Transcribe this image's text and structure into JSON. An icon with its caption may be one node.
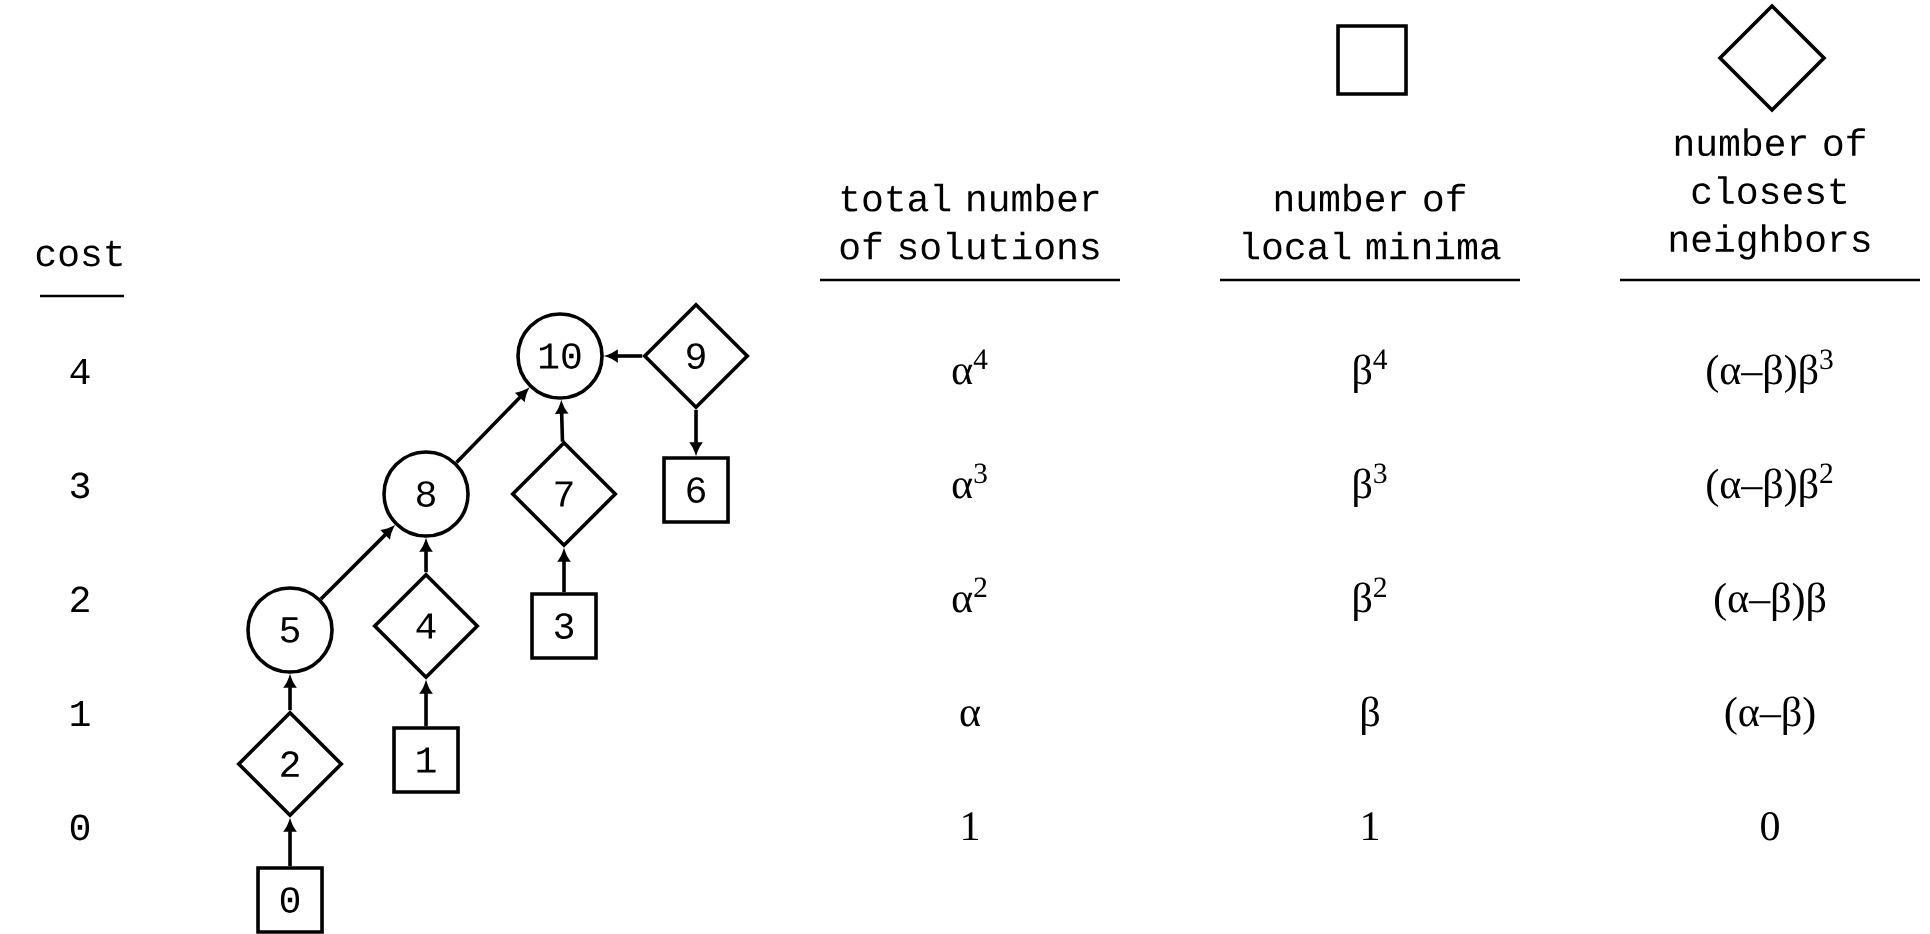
{
  "diagram": {
    "nodes": [
      {
        "text": [
          "0"
        ]
      },
      {
        "text": [
          "1"
        ]
      },
      {
        "text": [
          "2"
        ]
      },
      {
        "text": [
          "3"
        ]
      },
      {
        "text": [
          "4"
        ]
      },
      {
        "text": [
          "5"
        ]
      },
      {
        "text": [
          "6"
        ]
      },
      {
        "text": [
          "7"
        ]
      },
      {
        "text": [
          "8"
        ]
      },
      {
        "text": [
          "9"
        ]
      },
      {
        "text": [
          "10"
        ]
      }
    ],
    "edges": [
      {
        "from": 0,
        "to": 2,
        "arrow": "to"
      },
      {
        "from": 2,
        "to": 5,
        "arrow": "to"
      },
      {
        "from": 5,
        "to": 8,
        "arrow": "to"
      },
      {
        "from": 1,
        "to": 4,
        "arrow": "to"
      },
      {
        "from": 4,
        "to": 8,
        "arrow": "to"
      },
      {
        "from": 8,
        "to": 10,
        "arrow": "to"
      },
      {
        "from": 3,
        "to": 7,
        "arrow": "to"
      },
      {
        "from": 7,
        "to": 10,
        "arrow": "to"
      },
      {
        "from": 9,
        "to": 10,
        "arrow": "to"
      },
      {
        "from": 9,
        "to": 6,
        "arrow": "to"
      }
    ],
    "labels": [
      "cost",
      "total number of solutions",
      "number of local minima",
      "number of closest neighbors",
      "4",
      "α$^{4}$",
      "β$^{4}$",
      "(α–β)β$^{3}$",
      "3",
      "α$^{3}$",
      "β$^{3}$",
      "(α–β)β$^{2}$",
      "2",
      "α$^{2}$",
      "β$^{2}$",
      "(α–β)β",
      "1",
      "α",
      "β",
      "(α–β)",
      "0",
      "1",
      "1",
      "0"
    ]
  }
}
